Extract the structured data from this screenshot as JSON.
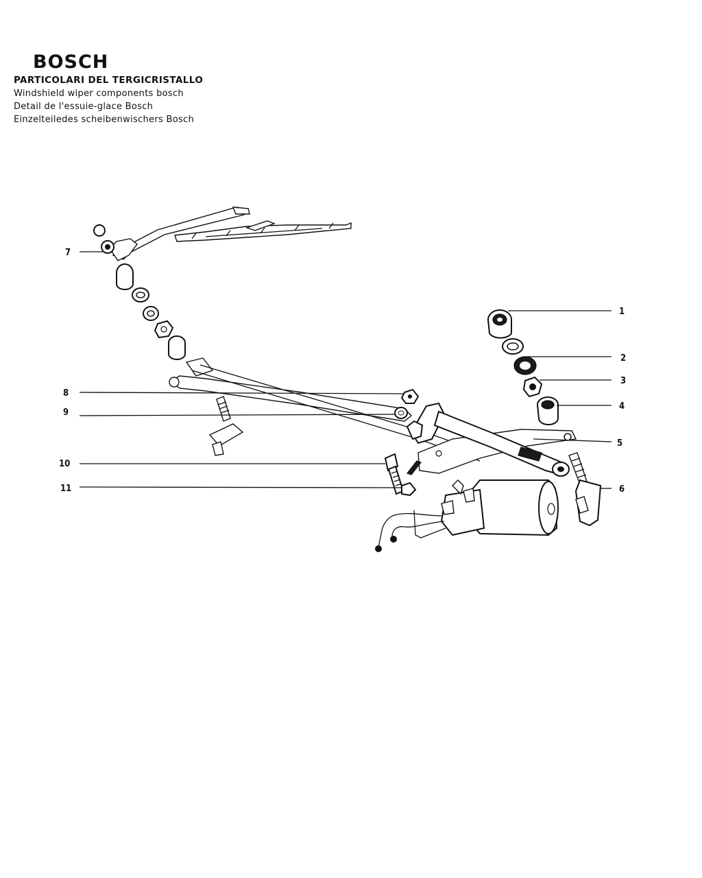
{
  "header": {
    "brand": "BOSCH",
    "title_it": "PARTICOLARI DEL TERGICRISTALLO",
    "title_en": "Windshield wiper components bosch",
    "title_fr": "Detail de l'essuie-glace Bosch",
    "title_de": "Einzelteiledes scheibenwischers Bosch"
  },
  "callouts": [
    {
      "id": "1",
      "label": "1"
    },
    {
      "id": "2",
      "label": "2"
    },
    {
      "id": "3",
      "label": "3"
    },
    {
      "id": "4",
      "label": "4"
    },
    {
      "id": "5",
      "label": "5"
    },
    {
      "id": "6",
      "label": "6"
    },
    {
      "id": "7",
      "label": "7"
    },
    {
      "id": "8",
      "label": "8"
    },
    {
      "id": "9",
      "label": "9"
    },
    {
      "id": "10",
      "label": "10"
    },
    {
      "id": "11",
      "label": "11"
    }
  ]
}
